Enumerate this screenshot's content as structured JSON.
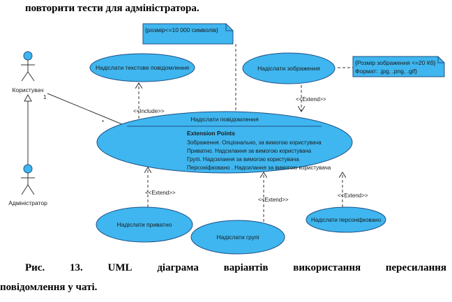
{
  "intro_text": "повторити тести для адміністратора.",
  "actors": {
    "user": "Користувач",
    "admin": "Адміністратор",
    "multiplicity": "1"
  },
  "notes": {
    "text_limit": "{розмір<=10 000 символів}",
    "image_limit_line1": "{Розмір зображення <=20 Кб}",
    "image_limit_line2": "Формат: .jpg, .png, .gif}"
  },
  "use_cases": {
    "send_text": "Надіслати текстове повідомлення",
    "send_image": "Надіслати зображення",
    "send_message": "Надіслати повідомлення",
    "send_private": "Надіслати приватно",
    "send_group": "Надіслати групі",
    "send_personalized": "Надіслати персоніфковано"
  },
  "extension_points": {
    "title": "Extension Points",
    "items": [
      "Зображення. Опціонально, за вимогою користувача",
      "Приватно. Надсилання за вимогою користувача",
      "Групі. Надсилання за вимогою користувача",
      "Персоніфковано . Надсилання за вимогою користувача"
    ]
  },
  "stereotypes": {
    "include": "<<Include>>",
    "extend": "<<Extend>>"
  },
  "caption": {
    "words": [
      "Рис.",
      "13.",
      "UML",
      "діаграма",
      "варіантів",
      "використання",
      "пересилання"
    ],
    "line2": "повідомлення у чаті."
  },
  "colors": {
    "fill": "#3fb6ef",
    "stroke": "#1c4f86"
  }
}
